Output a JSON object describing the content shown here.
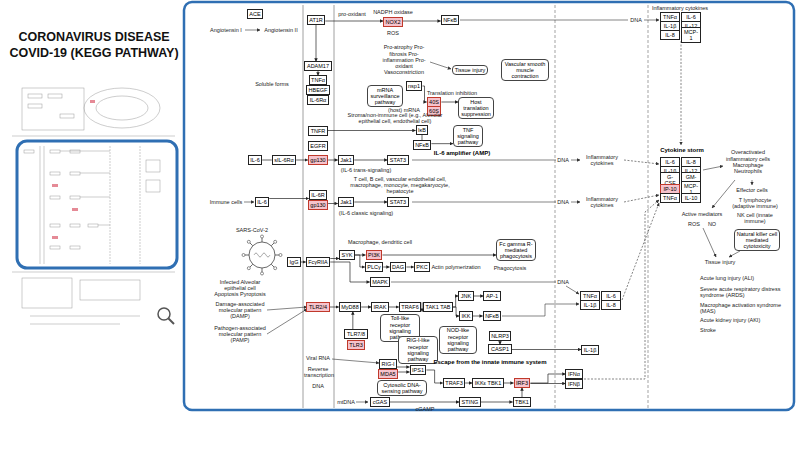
{
  "diagram": {
    "title": "CORONAVIRUS DISEASE COVID-19 (KEGG PATHWAY)",
    "nodes": [
      {
        "text": [
          "ACE"
        ]
      },
      {
        "text": [
          "AT1R"
        ]
      },
      {
        "text": [
          "NOX2"
        ]
      },
      {
        "text": [
          "NFκB"
        ]
      },
      {
        "text": [
          "Tissue injury"
        ]
      },
      {
        "text": [
          "Vascular smooth muscle contraction"
        ]
      },
      {
        "text": [
          "ADAM17"
        ]
      },
      {
        "text": [
          "TNFα"
        ]
      },
      {
        "text": [
          "HBEGF"
        ]
      },
      {
        "text": [
          "IL-6Rα"
        ]
      },
      {
        "text": [
          "nsp1"
        ]
      },
      {
        "text": [
          "40S"
        ]
      },
      {
        "text": [
          "60S"
        ]
      },
      {
        "text": [
          "mRNA surveillance pathway"
        ]
      },
      {
        "text": [
          "Host translation suppression"
        ]
      },
      {
        "text": [
          "TNFR"
        ]
      },
      {
        "text": [
          "IκB"
        ]
      },
      {
        "text": [
          "NFκB"
        ]
      },
      {
        "text": [
          "TNF signaling pathway"
        ]
      },
      {
        "text": [
          "EGFR"
        ]
      },
      {
        "text": [
          "IL-6"
        ]
      },
      {
        "text": [
          "sIL-6Rα"
        ]
      },
      {
        "text": [
          "gp130"
        ]
      },
      {
        "text": [
          "Jak1"
        ]
      },
      {
        "text": [
          "STAT3"
        ]
      },
      {
        "text": [
          "IL-6"
        ]
      },
      {
        "text": [
          "IL-6R"
        ]
      },
      {
        "text": [
          "gp130"
        ]
      },
      {
        "text": [
          "Jak1"
        ]
      },
      {
        "text": [
          "STAT3"
        ]
      },
      {
        "text": [
          "IgG"
        ]
      },
      {
        "text": [
          "FcγRIIA"
        ]
      },
      {
        "text": [
          "SYK"
        ]
      },
      {
        "text": [
          "PI3K"
        ]
      },
      {
        "text": [
          "PLCγ"
        ]
      },
      {
        "text": [
          "DAG"
        ]
      },
      {
        "text": [
          "PKC"
        ]
      },
      {
        "text": [
          "Fc gamma R-mediated phagocytosis"
        ]
      },
      {
        "text": [
          "MAPK"
        ]
      },
      {
        "text": [
          "TLR2/4"
        ]
      },
      {
        "text": [
          "MyD88"
        ]
      },
      {
        "text": [
          "IRAK"
        ]
      },
      {
        "text": [
          "TRAF6"
        ]
      },
      {
        "text": [
          "TAK1 TAB"
        ]
      },
      {
        "text": [
          "JNK"
        ]
      },
      {
        "text": [
          "AP-1"
        ]
      },
      {
        "text": [
          "IKK"
        ]
      },
      {
        "text": [
          "NFκB"
        ]
      },
      {
        "text": [
          "Toll-like receptor signaling pathway"
        ]
      },
      {
        "text": [
          "TLR7/8"
        ]
      },
      {
        "text": [
          "TLR3"
        ]
      },
      {
        "text": [
          "NOD-like receptor signaling pathway"
        ]
      },
      {
        "text": [
          "NLRP3"
        ]
      },
      {
        "text": [
          "CASP1"
        ]
      },
      {
        "text": [
          "RIG-I-like receptor signaling pathway"
        ]
      },
      {
        "text": [
          "RIG-I"
        ]
      },
      {
        "text": [
          "MDA5"
        ]
      },
      {
        "text": [
          "IPS1"
        ]
      },
      {
        "text": [
          "TRAF3"
        ]
      },
      {
        "text": [
          "IKKε TBK1"
        ]
      },
      {
        "text": [
          "IRF3"
        ]
      },
      {
        "text": [
          "cGAS"
        ]
      },
      {
        "text": [
          "STING"
        ]
      },
      {
        "text": [
          "TBK1"
        ]
      },
      {
        "text": [
          "Cytosolic DNA-sensing pathway"
        ]
      },
      {
        "text": [
          "IFNα"
        ]
      },
      {
        "text": [
          "IFNβ"
        ]
      },
      {
        "text": [
          "TNFα"
        ]
      },
      {
        "text": [
          "IL-6"
        ]
      },
      {
        "text": [
          "IL-1β"
        ]
      },
      {
        "text": [
          "IL-12"
        ]
      },
      {
        "text": [
          "IL-8"
        ]
      },
      {
        "text": [
          "MCP-1"
        ]
      },
      {
        "text": [
          "IL-6"
        ]
      },
      {
        "text": [
          "IL-8"
        ]
      },
      {
        "text": [
          "IL-1β"
        ]
      },
      {
        "text": [
          "IL-12"
        ]
      },
      {
        "text": [
          "G-CSF"
        ]
      },
      {
        "text": [
          "GM-CSF"
        ]
      },
      {
        "text": [
          "IP-10"
        ]
      },
      {
        "text": [
          "MCP-1"
        ]
      },
      {
        "text": [
          "TNFα"
        ]
      },
      {
        "text": [
          "IL-10"
        ]
      },
      {
        "text": [
          "TNFα"
        ]
      },
      {
        "text": [
          "IL-6"
        ]
      },
      {
        "text": [
          "IL-1β"
        ]
      },
      {
        "text": [
          "IL-8"
        ]
      },
      {
        "text": [
          "IL-1β"
        ]
      },
      {
        "text": [
          "Natural killer cell mediated cytotoxicity"
        ]
      }
    ],
    "edges": [
      {
        "from": 1,
        "to": 2,
        "arrow": "to"
      },
      {
        "from": 2,
        "to": 3,
        "arrow": "to"
      },
      {
        "from": 1,
        "to": 6,
        "arrow": "to"
      },
      {
        "from": 6,
        "to": 7,
        "arrow": "to"
      },
      {
        "from": 10,
        "to": 11,
        "arrow": "to"
      },
      {
        "from": 11,
        "to": 14,
        "arrow": "to"
      },
      {
        "from": 15,
        "to": 16,
        "arrow": "to"
      },
      {
        "from": 16,
        "to": 17,
        "arrow": "none"
      },
      {
        "from": 17,
        "to": 18,
        "arrow": "to"
      },
      {
        "from": 20,
        "to": 21,
        "arrow": "none"
      },
      {
        "from": 21,
        "to": 22,
        "arrow": "to"
      },
      {
        "from": 22,
        "to": 23,
        "arrow": "to"
      },
      {
        "from": 23,
        "to": 24,
        "arrow": "to"
      },
      {
        "from": 25,
        "to": 26,
        "arrow": "to"
      },
      {
        "from": 27,
        "to": 28,
        "arrow": "to"
      },
      {
        "from": 28,
        "to": 29,
        "arrow": "to"
      },
      {
        "from": 30,
        "to": 31,
        "arrow": "to"
      },
      {
        "from": 31,
        "to": 32,
        "arrow": "to"
      },
      {
        "from": 32,
        "to": 33,
        "arrow": "to"
      },
      {
        "from": 32,
        "to": 34,
        "arrow": "to"
      },
      {
        "from": 34,
        "to": 35,
        "arrow": "to"
      },
      {
        "from": 35,
        "to": 36,
        "arrow": "to"
      },
      {
        "from": 31,
        "to": 38,
        "arrow": "to"
      },
      {
        "from": 33,
        "to": 37,
        "arrow": "to"
      },
      {
        "from": 39,
        "to": 40,
        "arrow": "to"
      },
      {
        "from": 40,
        "to": 41,
        "arrow": "to"
      },
      {
        "from": 41,
        "to": 42,
        "arrow": "to"
      },
      {
        "from": 42,
        "to": 43,
        "arrow": "to"
      },
      {
        "from": 43,
        "to": 44,
        "arrow": "to"
      },
      {
        "from": 43,
        "to": 46,
        "arrow": "to"
      },
      {
        "from": 44,
        "to": 45,
        "arrow": "to"
      },
      {
        "from": 46,
        "to": 47,
        "arrow": "to"
      },
      {
        "from": 49,
        "to": 40,
        "arrow": "to"
      },
      {
        "from": 52,
        "to": 53,
        "arrow": "to"
      },
      {
        "from": 53,
        "to": 87,
        "arrow": "to"
      },
      {
        "from": 55,
        "to": 57,
        "arrow": "to"
      },
      {
        "from": 56,
        "to": 57,
        "arrow": "to"
      },
      {
        "from": 57,
        "to": 58,
        "arrow": "to"
      },
      {
        "from": 58,
        "to": 59,
        "arrow": "to"
      },
      {
        "from": 59,
        "to": 60,
        "arrow": "to"
      },
      {
        "from": 61,
        "to": 62,
        "arrow": "to"
      },
      {
        "from": 62,
        "to": 63,
        "arrow": "to"
      },
      {
        "from": 63,
        "to": 60,
        "arrow": "to"
      },
      {
        "from": 60,
        "to": 65,
        "arrow": "to"
      },
      {
        "from": 60,
        "to": 66,
        "arrow": "to"
      }
    ],
    "labels": [
      "Angiotensin I",
      "Angiotensin II",
      "pro-oxidant",
      "NADPH oxidase",
      "ROS",
      "Pro-atrophy Pro-fibrosis Pro-inflammation Pro-oxidant Vasoconstriction",
      "Soluble forms",
      "Translation inhibition",
      "(host) mRNA",
      "Stroma/non-immune cell (e.g., Alveolar epithelial cell, endothelial cell)",
      "IL-6 amplifier (AMP)",
      "(IL-6 trans-signaling)",
      "T cell, B cell, vascular endothelial cell, macrophage, monocyte, megakaryocyte, hepatocyte",
      "Immune cells",
      "(IL-6 classic signaling)",
      "SARS-CoV-2",
      "Macrophage, dendritic cell",
      "Actin polymerization",
      "Phagocytosis",
      "Infected Alveolar epithelial cell Apoptosis Pyroptosis",
      "Damage-associated molecular pattern (DAMP)",
      "Pathogen-associated molecular pattern (PAMP)",
      "Viral RNA",
      "Reverse transcription",
      "DNA",
      "mtDNA",
      "cGAMP",
      "Escape from the innate immune system",
      "DNA",
      "Inflammatory cytokines",
      "DNA",
      "Inflammatory cytokines",
      "DNA",
      "DNA",
      "Inflammatory cytokines",
      "Cytokine storm",
      "Overactivated inflammatory cells Macrophage Neutrophils",
      "Active mediators",
      "ROS",
      "NO",
      "Effector cells",
      "T lymphocyte (adaptive immune)",
      "NK cell (innate immune)",
      "Tissue injury",
      "Acute lung injury (ALI)",
      "Severe acute respiratory distress syndrome (ARDS)",
      "Macrophage activation syndrome (MAS)",
      "Acute kidney injury (AKI)",
      "Stroke"
    ]
  }
}
